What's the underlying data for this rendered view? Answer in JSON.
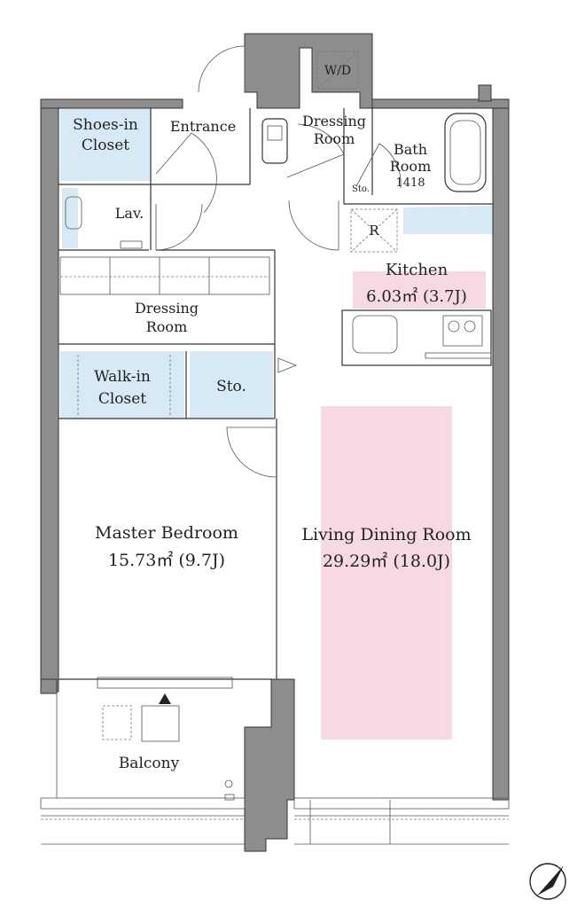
{
  "rooms": {
    "shoes_closet": [
      "Shoes-in",
      "Closet"
    ],
    "entrance": "Entrance",
    "wd": "W/D",
    "dressing_room_top": [
      "Dressing",
      "Room"
    ],
    "bath": [
      "Bath",
      "Room",
      "1418"
    ],
    "sto_small": "Sto.",
    "lav": "Lav.",
    "refrigerator": "R",
    "kitchen": [
      "Kitchen",
      "6.03㎡  (3.7J)"
    ],
    "dressing_room_mid": [
      "Dressing",
      "Room"
    ],
    "walk_in_closet": [
      "Walk-in",
      "Closet"
    ],
    "sto": "Sto.",
    "master_bedroom": [
      "Master Bedroom",
      "15.73㎡  (9.7J)"
    ],
    "living_dining": [
      "Living Dining Room",
      "29.29㎡  (18.0J)"
    ],
    "balcony": "Balcony"
  },
  "colors": {
    "storage_fill": "#d6e9f4",
    "highlight_fill": "#f7d9e5",
    "wall_fill": "#8d8d8d"
  },
  "icons": [
    "compass-north-icon",
    "bathtub-icon",
    "sink-icon",
    "toilet-icon",
    "stove-icon"
  ]
}
